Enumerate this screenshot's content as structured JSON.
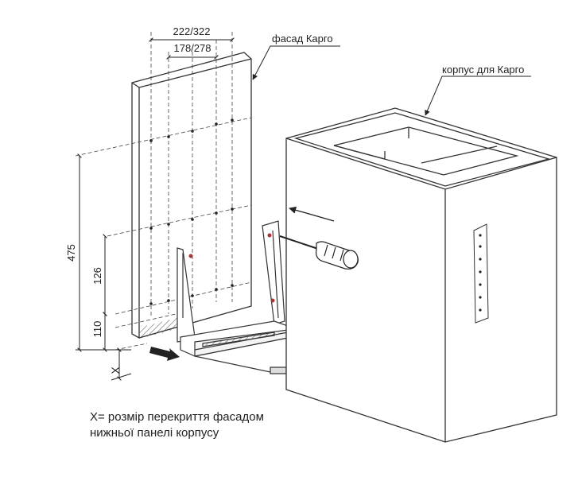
{
  "labels": {
    "facade": "фасад Карго",
    "cabinet": "корпус для Карго"
  },
  "dimensions": {
    "outer_spacing": "222/322",
    "inner_spacing": "178/278",
    "total_height": "475",
    "upper_height": "126",
    "lower_height": "110",
    "overlap": "X"
  },
  "caption": {
    "line1": "X= розмір перекриття фасадом",
    "line2": "нижньої панелі корпусу"
  }
}
